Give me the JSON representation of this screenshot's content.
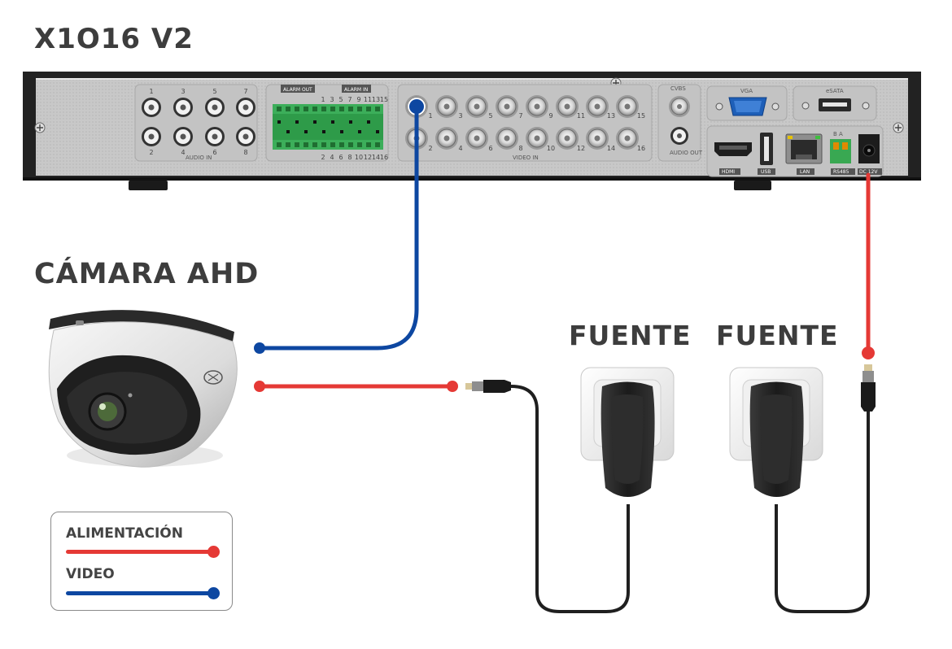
{
  "titles": {
    "dvr": "X1O16 V2",
    "camera": "CÁMARA AHD",
    "power_supply_1": "FUENTE",
    "power_supply_2": "FUENTE"
  },
  "dvr_panel": {
    "audio_in_label": "AUDIO IN",
    "audio_in_top": [
      "1",
      "3",
      "5",
      "7"
    ],
    "audio_in_bottom": [
      "2",
      "4",
      "6",
      "8"
    ],
    "alarm_out_label": "ALARM OUT",
    "alarm_in_label": "ALARM IN",
    "alarm_top_numbers": [
      "1",
      "3",
      "5",
      "7",
      "9",
      "11",
      "13",
      "15"
    ],
    "alarm_bottom_numbers": [
      "2",
      "4",
      "6",
      "8",
      "10",
      "12",
      "14",
      "16"
    ],
    "video_in_label": "VIDEO IN",
    "video_top_numbers": [
      "1",
      "3",
      "5",
      "7",
      "9",
      "11",
      "13",
      "15"
    ],
    "video_bottom_numbers": [
      "2",
      "4",
      "6",
      "8",
      "10",
      "12",
      "14",
      "16"
    ],
    "cvbs_label": "CVBS",
    "audio_out_label": "AUDIO OUT",
    "vga_label": "VGA",
    "esata_label": "eSATA",
    "hdmi_label": "HDMI",
    "usb_label": "USB",
    "lan_label": "LAN",
    "rs485_label": "RS485",
    "rs485_pins": "B  A",
    "dc_label": "DC 12V"
  },
  "legend": {
    "power_label": "ALIMENTACIÓN",
    "video_label": "VIDEO"
  },
  "colors": {
    "power": "#e53935",
    "video": "#0d47a1",
    "text": "#3d3d3d",
    "panel": "#c9c9c9",
    "chassis": "#262626"
  }
}
